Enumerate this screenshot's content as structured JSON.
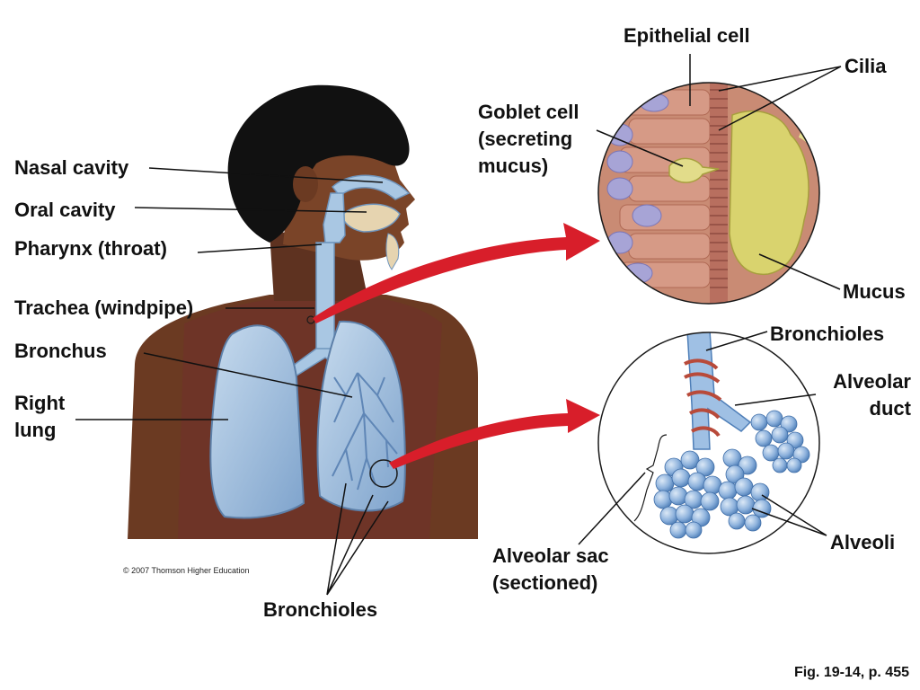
{
  "figure": {
    "reference": "Fig. 19-14, p. 455",
    "copyright": "© 2007 Thomson Higher Education"
  },
  "labels": {
    "epithelial_cell": "Epithelial cell",
    "cilia": "Cilia",
    "goblet_cell": [
      "Goblet cell",
      "(secreting",
      "mucus)"
    ],
    "mucus": "Mucus",
    "nasal_cavity": "Nasal cavity",
    "oral_cavity": "Oral cavity",
    "pharynx": "Pharynx (throat)",
    "trachea": "Trachea (windpipe)",
    "bronchus": "Bronchus",
    "right_lung": [
      "Right",
      "lung"
    ],
    "bronchioles_detail": "Bronchioles",
    "alveolar_duct": [
      "Alveolar",
      "duct"
    ],
    "alveolar_sac": [
      "Alveolar sac",
      "(sectioned)"
    ],
    "alveoli": "Alveoli",
    "bronchioles_bottom": "Bronchioles"
  },
  "colors": {
    "skin": "#6b3a22",
    "shirt": "#6e3427",
    "hair": "#111111",
    "airway": "#a9c7e3",
    "lung": "#9ab9d8",
    "arrow": "#d81e2a",
    "mucus": "#d9d36e",
    "cell_bg": "#c98b74",
    "alveoli": "#8fb3dd",
    "muscle": "#b84a3a"
  }
}
